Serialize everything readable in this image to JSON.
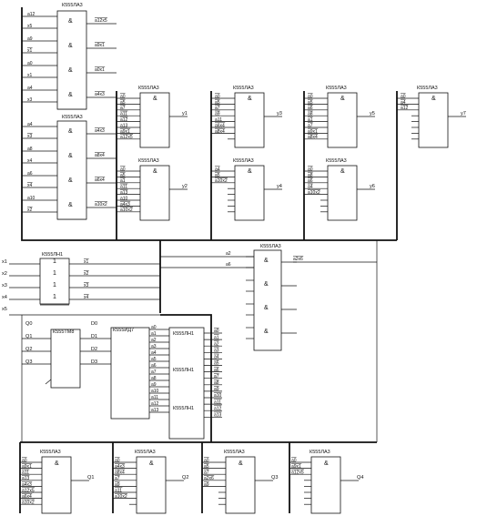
{
  "clock_in": [
    {
      "name": "Q0",
      "bar": false
    },
    {
      "name": "Q1",
      "bar": false
    },
    {
      "name": "Q2",
      "bar": false
    },
    {
      "name": "Q3",
      "bar": false
    }
  ],
  "clock_box_label": "К555ТМ8",
  "decoder_box_label": "К555ИД7",
  "inverter_box_label": "К555ЛН1",
  "nand2_label": "К555ЛА3",
  "nand8_label": "К555ЛА3",
  "gate_symbol": "&",
  "one_symbol": "1",
  "d_labels": [
    {
      "name": "D0",
      "bar": false
    },
    {
      "name": "D1",
      "bar": false
    },
    {
      "name": "D2",
      "bar": false
    },
    {
      "name": "D3",
      "bar": false
    }
  ],
  "x_inputs": [
    {
      "name": "x1",
      "bar": false
    },
    {
      "name": "x2",
      "bar": false
    },
    {
      "name": "x3",
      "bar": false
    },
    {
      "name": "x4",
      "bar": false
    },
    {
      "name": "x5",
      "bar": false
    }
  ],
  "inv_outputs": [
    {
      "name": "x1",
      "bar": true
    },
    {
      "name": "x2",
      "bar": true
    },
    {
      "name": "x3",
      "bar": true
    },
    {
      "name": "x4",
      "bar": true
    }
  ],
  "top_block": {
    "gates_label_1": "К555ЛА3",
    "gates_label_2": "К555ЛА3",
    "inputs": [
      {
        "name": "a12",
        "bar": false
      },
      {
        "name": "x5",
        "bar": false
      },
      {
        "name": "a9",
        "bar": false
      },
      {
        "name": "x1",
        "bar": true
      },
      {
        "name": "a0",
        "bar": false
      },
      {
        "name": "x1",
        "bar": false
      },
      {
        "name": "a4",
        "bar": false
      },
      {
        "name": "x3",
        "bar": false
      },
      {
        "name": "a4",
        "bar": false
      },
      {
        "name": "x3",
        "bar": true
      },
      {
        "name": "a8",
        "bar": false
      },
      {
        "name": "x4",
        "bar": false
      },
      {
        "name": "a6",
        "bar": false
      },
      {
        "name": "x4",
        "bar": true
      },
      {
        "name": "a10",
        "bar": false
      },
      {
        "name": "x2",
        "bar": true
      }
    ],
    "outputs": [
      {
        "name": "a12x5",
        "bar": true
      },
      {
        "name": "a9x1",
        "bar": true
      },
      {
        "name": "a0x1",
        "bar": true
      },
      {
        "name": "a4x3",
        "bar": true
      },
      {
        "name": "a4x3",
        "bar": true
      },
      {
        "name": "a8x4",
        "bar": true
      },
      {
        "name": "a6x4",
        "bar": true
      },
      {
        "name": "a10x2",
        "bar": true
      }
    ]
  },
  "y_gates": [
    {
      "out": "y1",
      "inputs": [
        {
          "name": "a0",
          "bar": true
        },
        {
          "name": "a5",
          "bar": true
        },
        {
          "name": "a7",
          "bar": true
        },
        {
          "name": "a11",
          "bar": true
        },
        {
          "name": "a12",
          "bar": true
        },
        {
          "name": "a13",
          "bar": false
        },
        {
          "name": "a9x1",
          "bar": true
        },
        {
          "name": "a12x5",
          "bar": true
        }
      ]
    },
    {
      "out": "y2",
      "inputs": [
        {
          "name": "a0",
          "bar": true
        },
        {
          "name": "a5",
          "bar": true
        },
        {
          "name": "a1",
          "bar": true
        },
        {
          "name": "a11",
          "bar": true
        },
        {
          "name": "a13",
          "bar": true
        },
        {
          "name": "a10",
          "bar": false
        },
        {
          "name": "a4x3",
          "bar": true
        },
        {
          "name": "a10x2",
          "bar": true
        }
      ]
    },
    {
      "out": "y3",
      "inputs": [
        {
          "name": "a0",
          "bar": true
        },
        {
          "name": "a5",
          "bar": true
        },
        {
          "name": "a7",
          "bar": true
        },
        {
          "name": "a9",
          "bar": true
        },
        {
          "name": "a11",
          "bar": false
        },
        {
          "name": "a6x4",
          "bar": true
        },
        {
          "name": "a8x4",
          "bar": true
        }
      ]
    },
    {
      "out": "y4",
      "inputs": [
        {
          "name": "a4",
          "bar": true
        },
        {
          "name": "a5",
          "bar": true
        },
        {
          "name": "a10x2",
          "bar": true
        }
      ]
    },
    {
      "out": "y5",
      "inputs": [
        {
          "name": "a0",
          "bar": true
        },
        {
          "name": "a5",
          "bar": true
        },
        {
          "name": "a6",
          "bar": true
        },
        {
          "name": "a8",
          "bar": true
        },
        {
          "name": "a1",
          "bar": true
        },
        {
          "name": "a7",
          "bar": true
        },
        {
          "name": "a9x1",
          "bar": true
        },
        {
          "name": "a8x4",
          "bar": true
        }
      ]
    },
    {
      "out": "y6",
      "inputs": [
        {
          "name": "a0",
          "bar": true
        },
        {
          "name": "a8",
          "bar": true
        },
        {
          "name": "a6",
          "bar": true
        },
        {
          "name": "a4",
          "bar": true
        },
        {
          "name": "a10x2",
          "bar": true
        }
      ]
    },
    {
      "out": "y7",
      "inputs": [
        {
          "name": "a0",
          "bar": true
        },
        {
          "name": "a4",
          "bar": true
        },
        {
          "name": "a12",
          "bar": true
        }
      ]
    }
  ],
  "a2x6_gate": {
    "inputs": [
      {
        "name": "a2",
        "bar": false
      },
      {
        "name": "a6",
        "bar": false
      }
    ],
    "out": {
      "name": "a2x6",
      "bar": true
    }
  },
  "decoder_outputs": [
    {
      "name": "a0",
      "bar": false
    },
    {
      "name": "a1",
      "bar": false
    },
    {
      "name": "a2",
      "bar": false
    },
    {
      "name": "a3",
      "bar": false
    },
    {
      "name": "a4",
      "bar": false
    },
    {
      "name": "a5",
      "bar": false
    },
    {
      "name": "a6",
      "bar": false
    },
    {
      "name": "a7",
      "bar": false
    },
    {
      "name": "a8",
      "bar": false
    },
    {
      "name": "a9",
      "bar": false
    },
    {
      "name": "a10",
      "bar": false
    },
    {
      "name": "a11",
      "bar": false
    },
    {
      "name": "a12",
      "bar": false
    },
    {
      "name": "a13",
      "bar": false
    }
  ],
  "inv_chain_label": "К555ЛН1",
  "inv_chain_outputs": [
    {
      "name": "a0",
      "bar": true
    },
    {
      "name": "a1",
      "bar": true
    },
    {
      "name": "a2",
      "bar": true
    },
    {
      "name": "a3",
      "bar": true
    },
    {
      "name": "a4",
      "bar": true
    },
    {
      "name": "a5",
      "bar": true
    },
    {
      "name": "a6",
      "bar": true
    },
    {
      "name": "a7",
      "bar": true
    },
    {
      "name": "a8",
      "bar": true
    },
    {
      "name": "a9",
      "bar": true
    },
    {
      "name": "a10",
      "bar": true
    },
    {
      "name": "a11",
      "bar": true
    },
    {
      "name": "a12",
      "bar": true
    },
    {
      "name": "a13",
      "bar": true
    }
  ],
  "q_gates": [
    {
      "out": "Q1",
      "inputs": [
        {
          "name": "a0",
          "bar": true
        },
        {
          "name": "a9x1",
          "bar": true
        },
        {
          "name": "a11",
          "bar": true
        },
        {
          "name": "a13",
          "bar": true
        },
        {
          "name": "a4x3",
          "bar": true
        },
        {
          "name": "a12x5",
          "bar": true
        },
        {
          "name": "a6x4",
          "bar": true
        },
        {
          "name": "a10x2",
          "bar": true
        }
      ]
    },
    {
      "out": "Q2",
      "inputs": [
        {
          "name": "a0",
          "bar": true
        },
        {
          "name": "a4x3",
          "bar": true
        },
        {
          "name": "a8x4",
          "bar": true
        },
        {
          "name": "a7",
          "bar": true
        },
        {
          "name": "a9",
          "bar": true
        },
        {
          "name": "a11",
          "bar": true
        },
        {
          "name": "a10x2",
          "bar": true
        }
      ]
    },
    {
      "out": "Q3",
      "inputs": [
        {
          "name": "a0",
          "bar": true
        },
        {
          "name": "a5",
          "bar": true
        },
        {
          "name": "a7",
          "bar": true
        },
        {
          "name": "a2x6",
          "bar": true
        },
        {
          "name": "a9",
          "bar": true
        }
      ]
    },
    {
      "out": "Q4",
      "inputs": [
        {
          "name": "a0",
          "bar": true
        },
        {
          "name": "a9x1",
          "bar": true
        },
        {
          "name": "a12x5",
          "bar": true
        }
      ]
    }
  ]
}
